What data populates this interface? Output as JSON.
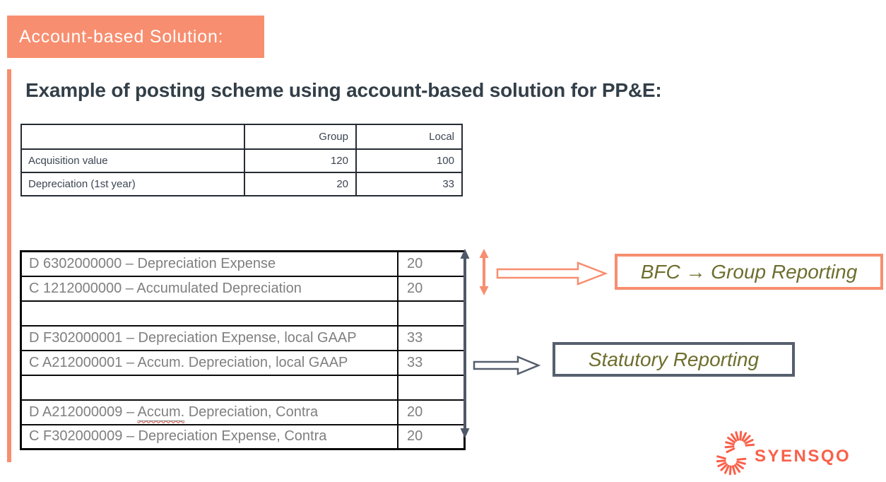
{
  "badge": {
    "label": "Account-based Solution:"
  },
  "heading": "Example of posting scheme using account-based solution for PP&E:",
  "summary_table": {
    "columns": [
      "",
      "Group",
      "Local"
    ],
    "rows": [
      {
        "label": "Acquisition value",
        "group": "120",
        "local": "100"
      },
      {
        "label": "Depreciation (1st year)",
        "group": "20",
        "local": "33"
      }
    ]
  },
  "posting_table": {
    "rows": [
      {
        "account": "D 6302000000 – Depreciation Expense",
        "amount": "20"
      },
      {
        "account": "C 1212000000 – Accumulated Depreciation",
        "amount": "20"
      },
      {
        "account": "",
        "amount": ""
      },
      {
        "account": "D F302000001 – Depreciation Expense, local GAAP",
        "amount": "33"
      },
      {
        "account": "C A212000001 – Accum. Depreciation, local GAAP",
        "amount": "33"
      },
      {
        "account": "",
        "amount": ""
      },
      {
        "account_prefix": "D A212000009 – ",
        "account_word": "Accum.",
        "account_suffix": " Depreciation, Contra",
        "amount": "20"
      },
      {
        "account": "C F302000009 – Depreciation Expense, Contra",
        "amount": "20"
      }
    ]
  },
  "labels": {
    "group_reporting": "BFC → Group Reporting",
    "statutory_reporting": "Statutory Reporting"
  },
  "logo": {
    "text": "SYENSQO"
  },
  "colors": {
    "accent_salmon": "#F78E6F",
    "heading_dark": "#333F48",
    "table_text_gray": "#7F7F7F",
    "olive_label": "#6E6E2F",
    "slate_gray": "#565F6E",
    "logo_orange": "#F9604A"
  }
}
